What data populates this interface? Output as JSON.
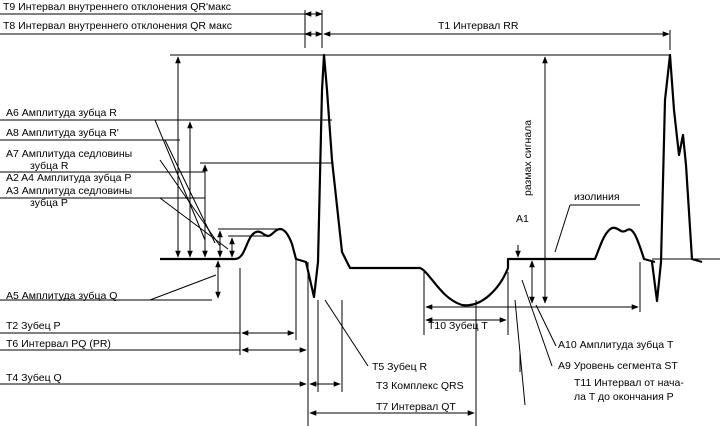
{
  "labels": {
    "t9": "T9  Интервал внутреннего отклонения QR'макс",
    "t8": "T8  Интервал внутреннего отклонения QR макс",
    "t1": "T1    Интервал RR",
    "a6": "A6   Амплитуда зубца R",
    "a8": "A8   Амплитуда зубца R'",
    "a7_1": "A7   Амплитуда седловины",
    "a7_2": "зубца R",
    "a2a4": "A2 A4    Амплитуда зубца P",
    "a3_1": "A3   Амплитуда седловины",
    "a3_2": "зубца P",
    "a5": "A5   Амплитуда зубца Q",
    "t2": "T2   Зубец P",
    "t6": "T6   Интервал PQ (PR)",
    "t4": "T4   Зубец Q",
    "t5": "T5   Зубец R",
    "t3": "T3   Комплекс QRS",
    "t7": "T7    Интервал QT",
    "a1": "A1",
    "razmah": "размах сигнала",
    "izoliniya": "изолиния",
    "t10": "T10   Зубец T",
    "a10": "A10   Амплитуда зубца T",
    "a9": "A9   Уровень сегмента ST",
    "t11_1": "T11    Интервал от нача-",
    "t11_2": "ла T до окончания P"
  }
}
